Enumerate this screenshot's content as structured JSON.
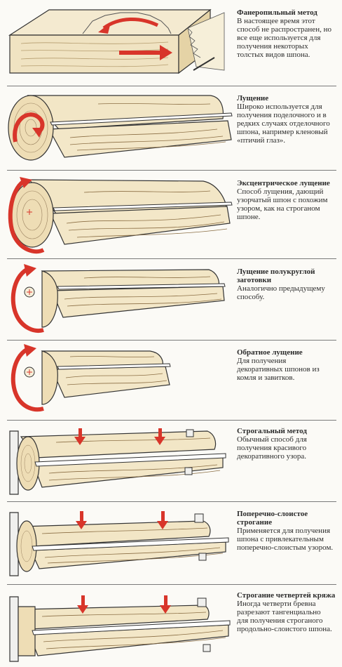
{
  "sections": [
    {
      "title": "Фанеропильный метод",
      "body": "В настоящее время этот\nспособ не распространен, но\nвсе еще используется для\nполучения некоторых\nтолстых видов шпона.",
      "illustration": "veneer-saw-cutting"
    },
    {
      "title": "Лущение",
      "body": "Широко используется для\nполучения поделочного и в\nредких случаях отделочного\nшпона, например кленовый\n«птичий глаз».",
      "illustration": "rotary-cutting"
    },
    {
      "title": "Эксцентрическое лущение",
      "body": "Способ лущения, дающий\nузорчатый шпон с похожим\nузором, как на строганом\nшпоне.",
      "illustration": "eccentric-rotary-cutting"
    },
    {
      "title": "Лущение полукруглой\nзаготовки",
      "body": "Аналогично предыдущему\nспособу.",
      "illustration": "half-round-cutting"
    },
    {
      "title": "Обратное лущение",
      "body": "Для получения\nдекоративных шпонов из\nкомля и завитков.",
      "illustration": "back-cutting"
    },
    {
      "title": "Строгальный метод",
      "body": "Обычный способ для\nполучения красивого\nдекоративного узора.",
      "illustration": "flat-slicing"
    },
    {
      "title": "Поперечно-слоистое\nстрогание",
      "body": "Применяется для получения\nшпона с привлекательным\nпоперечно-слоистым узором.",
      "illustration": "crown-slicing"
    },
    {
      "title": "Строгание четвертей кряжа",
      "body": "Иногда четверти бревна\nразрезают тангенциально\nдля получения строганого\nпродольно-слоистого шпона.",
      "illustration": "quarter-slicing"
    }
  ],
  "colors": {
    "wood": "#f2e6c6",
    "woodDark": "#c9a772",
    "grain": "#6b5536",
    "arrow": "#d8352a",
    "knife": "#ffffff"
  }
}
